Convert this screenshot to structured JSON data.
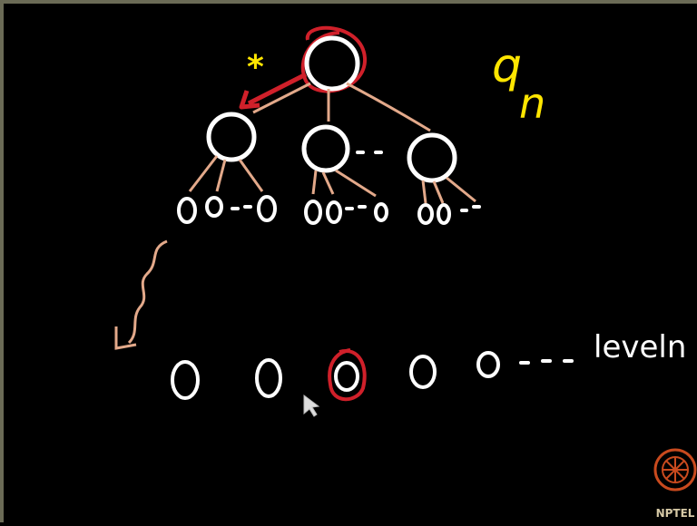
{
  "annotations": {
    "state_label": "q",
    "state_subscript": "n",
    "marker": "*",
    "level_label": "leveln",
    "ellipsis": "- -",
    "level_ellipsis": "- - -"
  },
  "logo": {
    "text": "NPTEL"
  },
  "colors": {
    "ink": "#ffffff",
    "highlight": "#d0202a",
    "edge": "#e3a98a",
    "marker": "#ffe600",
    "logo": "#c94a1e"
  }
}
